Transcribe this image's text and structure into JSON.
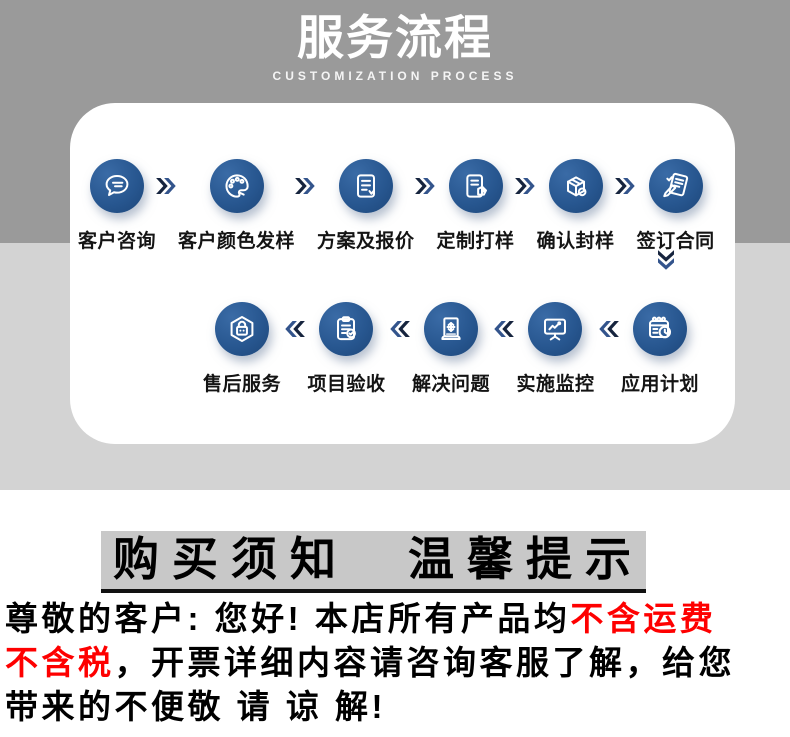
{
  "header": {
    "title": "服务流程",
    "subtitle": "CUSTOMIZATION PROCESS"
  },
  "process": {
    "rows": [
      {
        "direction": "right",
        "steps": [
          {
            "label": "客户咨询",
            "icon": "chat-icon"
          },
          {
            "label": "客户颜色发样",
            "icon": "palette-icon"
          },
          {
            "label": "方案及报价",
            "icon": "quote-doc-icon"
          },
          {
            "label": "定制打样",
            "icon": "sample-tag-icon"
          },
          {
            "label": "确认封样",
            "icon": "package-icon"
          },
          {
            "label": "签订合同",
            "icon": "contract-icon"
          }
        ]
      },
      {
        "direction": "left",
        "steps": [
          {
            "label": "售后服务",
            "icon": "aftersale-shield-icon"
          },
          {
            "label": "项目验收",
            "icon": "acceptance-clipboard-icon"
          },
          {
            "label": "解决问题",
            "icon": "problem-solving-icon"
          },
          {
            "label": "实施监控",
            "icon": "monitor-icon"
          },
          {
            "label": "应用计划",
            "icon": "calendar-plan-icon"
          }
        ]
      }
    ],
    "connector": "down-arrow"
  },
  "notice": {
    "heading": "购买须知　温馨提示",
    "lines": [
      {
        "segments": [
          {
            "text": "尊敬的客户: 您好! 本店所有产品均",
            "color": "black"
          },
          {
            "text": "不含运费",
            "color": "red"
          }
        ]
      },
      {
        "segments": [
          {
            "text": "不含税",
            "color": "red"
          },
          {
            "text": "，开票详细内容请咨询客服了解，给您",
            "color": "black"
          }
        ]
      },
      {
        "segments": [
          {
            "text": "带来的不便敬 请 谅 解!",
            "color": "black"
          }
        ]
      }
    ]
  },
  "colors": {
    "bg_top": "#9a9a9a",
    "bg_mid": "#d3d3d3",
    "bg_bottom": "#ffffff",
    "circle_blue": "#27568f",
    "arrow_navy_dark": "#16243e",
    "arrow_navy_light": "#33548c",
    "heading_bg": "#c8c8c8",
    "notice_red": "#fe0000"
  }
}
